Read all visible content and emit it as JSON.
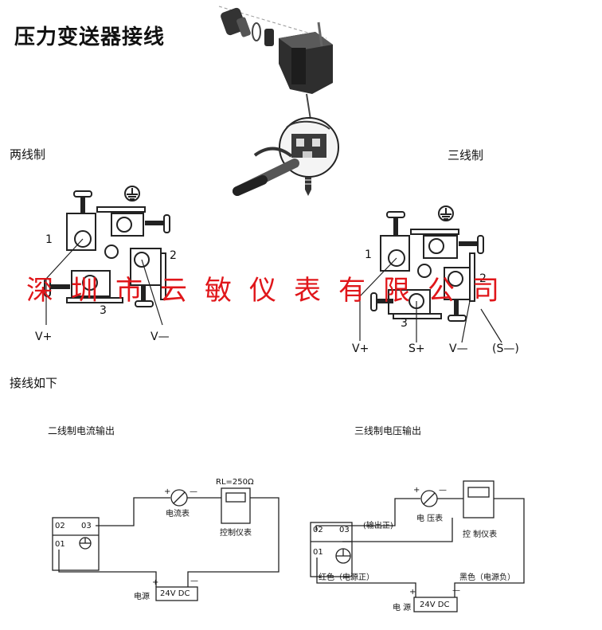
{
  "title": "压力变送器接线",
  "watermark": "深圳市云敏仪表有限公司",
  "two_wire": {
    "heading": "两线制",
    "terminal_1": "1",
    "terminal_2": "2",
    "terminal_3": "3",
    "v_plus": "V+",
    "v_minus": "V—"
  },
  "three_wire": {
    "heading": "三线制",
    "terminal_1": "1",
    "terminal_2": "2",
    "terminal_3": "3",
    "v_plus": "V+",
    "s_plus": "S+",
    "v_minus": "V—",
    "s_minus": "(S—)"
  },
  "wiring_heading": "接线如下",
  "current_output": {
    "heading": "二线制电流输出",
    "t02": "02",
    "t03": "03",
    "t01": "01",
    "meter": "电流表",
    "rl": "RL=250Ω",
    "controller": "控制仪表",
    "power_label": "电源",
    "power_value": "24V DC",
    "plus": "+",
    "minus": "—"
  },
  "voltage_output": {
    "heading": "三线制电压输出",
    "t02": "02",
    "t03": "03",
    "t01": "01",
    "output_pos": "(输出正)",
    "meter": "电 压表",
    "controller": "控 制仪表",
    "red": "红色（电源正）",
    "black": "黑色（电源负）",
    "power_label": "电 源",
    "power_value": "24V DC",
    "plus": "+",
    "minus": "—"
  },
  "colors": {
    "watermark": "#e0161a",
    "line": "#222222",
    "product": "#3a3a3a"
  }
}
